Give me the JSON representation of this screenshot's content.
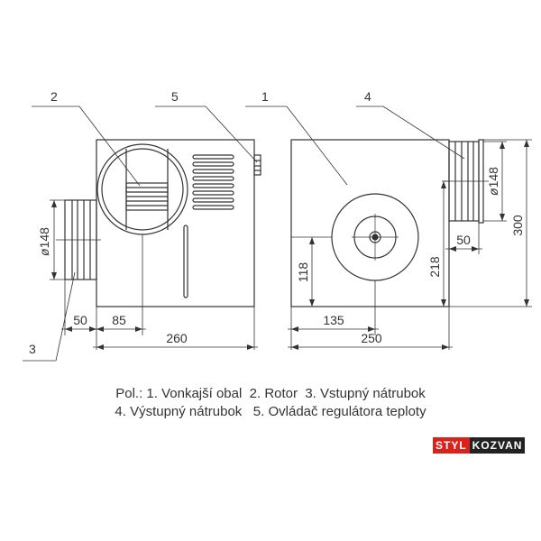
{
  "callouts": {
    "c1": "1",
    "c2": "2",
    "c3": "3",
    "c4": "4",
    "c5": "5"
  },
  "dimensions": {
    "inlet_diameter_left": "148",
    "outlet_diameter_right": "148",
    "inlet_length": "50",
    "rotor_offset": "85",
    "left_width": "260",
    "right_width": "250",
    "center_offset": "135",
    "center_height": "118",
    "outlet_height": "218",
    "outlet_length": "50",
    "total_height": "300"
  },
  "legend": {
    "line1": "Pol.: 1. Vonkajší obal  2. Rotor  3. Vstupný nátrubok",
    "line2": "4. Výstupný nátrubok   5. Ovládač regulátora teploty"
  },
  "logo": {
    "part1": "STYL",
    "part2": "KOZVAN"
  },
  "colors": {
    "line": "#333333",
    "logo_red": "#d9221c"
  }
}
